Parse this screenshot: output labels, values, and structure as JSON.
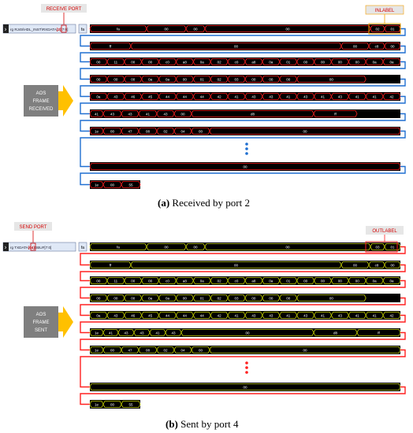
{
  "panel_a": {
    "caption_letter": "(a)",
    "caption_text": " Received by port 2",
    "signal_name": "rg RJ45\\HDL_INST\\RXDATA",
    "signal_port": "[2]",
    "signal_bits": "[7:0]",
    "signal_value": "fa",
    "port_label": "RECEIVE PORT",
    "inlabel": "INLABEL",
    "arrow_text_1": "AOS",
    "arrow_text_2": "FRAME",
    "arrow_text_3": "RECEIVED",
    "trace_color": "#ff2020",
    "line_color": "#1f6fd1",
    "highlight_color": "#f5a000",
    "rows": [
      {
        "values": [
          "fa",
          "00",
          "00",
          "00",
          "02",
          "01"
        ]
      },
      {
        "values": [
          "ff",
          "00",
          "00",
          "c8",
          "00"
        ]
      },
      {
        "values": [
          "00",
          "11",
          "00",
          "00",
          "c0",
          "a8",
          "0a",
          "02",
          "c0",
          "a8",
          "0a",
          "01",
          "00",
          "00",
          "00",
          "00",
          "0a",
          "0a"
        ]
      },
      {
        "values": [
          "00",
          "00",
          "00",
          "0a",
          "0a",
          "00",
          "01",
          "02",
          "03",
          "00",
          "00",
          "00",
          "00"
        ]
      },
      {
        "values": [
          "0a",
          "43",
          "46",
          "45",
          "44",
          "44",
          "44",
          "42",
          "41",
          "43",
          "43",
          "41",
          "43",
          "41",
          "43",
          "41",
          "41",
          "42"
        ]
      },
      {
        "values": [
          "41",
          "43",
          "43",
          "41",
          "43",
          "00",
          "d8",
          "ff"
        ]
      },
      {
        "values": [
          "1e",
          "00",
          "47",
          "08",
          "02",
          "04",
          "00",
          "00"
        ]
      },
      {
        "values": [
          "00"
        ]
      },
      {
        "values": [
          "1e",
          "00",
          "55"
        ]
      }
    ]
  },
  "panel_b": {
    "caption_letter": "(b)",
    "caption_text": " Sent by port 4",
    "signal_name": "rg TXDATA",
    "signal_port": "[04]",
    "signal_bits": "DBUF[7:0]",
    "signal_value": "fa",
    "port_label": "SEND PORT",
    "outlabel": "OUTLABEL",
    "arrow_text_1": "AOS",
    "arrow_text_2": "FRAME",
    "arrow_text_3": "SENT",
    "trace_color": "#c8d400",
    "line_color": "#ff2020",
    "highlight_color": "#ff2020",
    "rows": [
      {
        "values": [
          "fa",
          "00",
          "00",
          "00",
          "03",
          "01"
        ]
      },
      {
        "values": [
          "ff",
          "00",
          "00",
          "c8",
          "00"
        ]
      },
      {
        "values": [
          "00",
          "11",
          "00",
          "00",
          "c0",
          "a8",
          "0a",
          "02",
          "c0",
          "a8",
          "0a",
          "01",
          "00",
          "00",
          "00",
          "00",
          "0a",
          "0a"
        ]
      },
      {
        "values": [
          "00",
          "00",
          "00",
          "0a",
          "0a",
          "00",
          "01",
          "02",
          "03",
          "00",
          "00",
          "00",
          "00"
        ]
      },
      {
        "values": [
          "0a",
          "43",
          "46",
          "45",
          "44",
          "44",
          "44",
          "42",
          "41",
          "43",
          "43",
          "41",
          "43",
          "41",
          "43",
          "41",
          "41",
          "42"
        ]
      },
      {
        "values": [
          "1e",
          "41",
          "43",
          "43",
          "41",
          "43",
          "00",
          "d8",
          "ff"
        ]
      },
      {
        "values": [
          "1e",
          "00",
          "47",
          "08",
          "02",
          "04",
          "00",
          "00"
        ]
      },
      {
        "values": [
          "00"
        ]
      },
      {
        "values": [
          "1e",
          "00",
          "55"
        ]
      }
    ]
  }
}
